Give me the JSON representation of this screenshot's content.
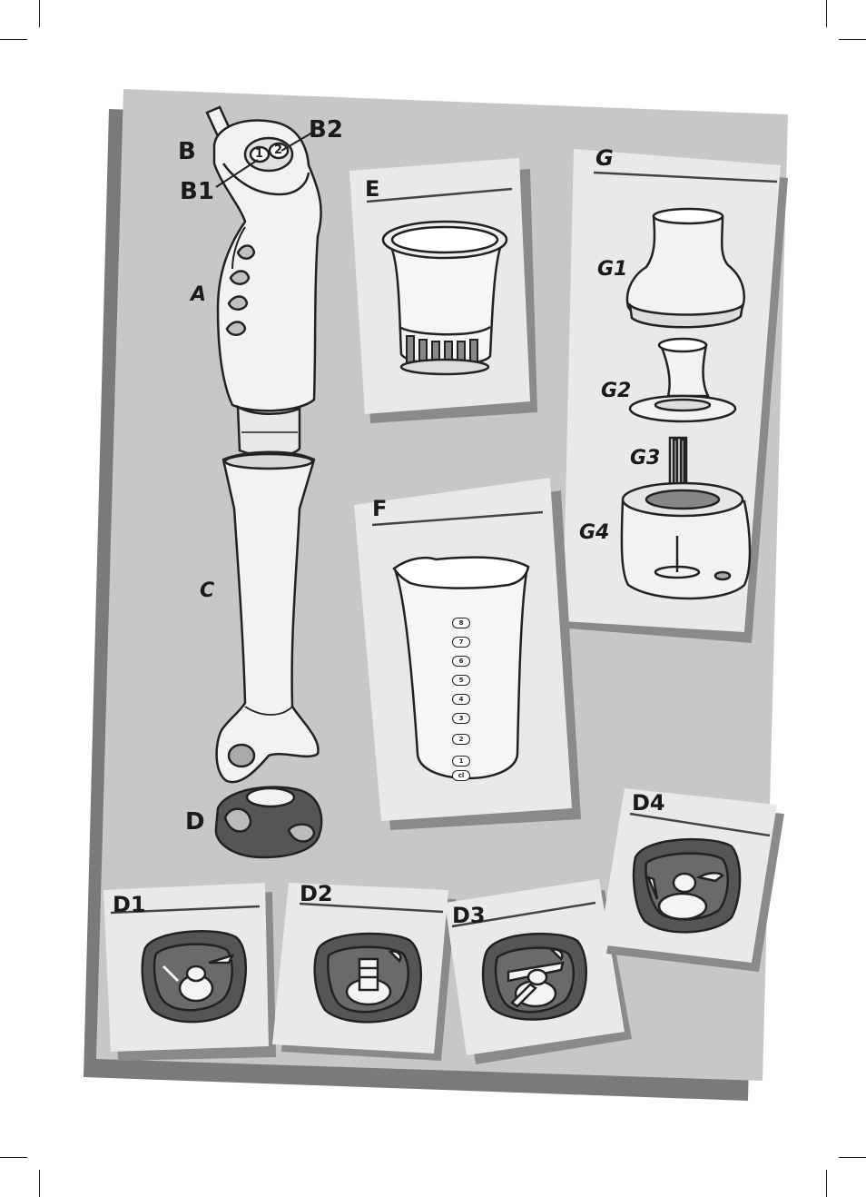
{
  "labels": {
    "B": "B",
    "B1": "B1",
    "B2": "B2",
    "A": "A",
    "C": "C",
    "D": "D",
    "E": "E",
    "F": "F",
    "G": "G",
    "G1": "G1",
    "G2": "G2",
    "G3": "G3",
    "G4": "G4",
    "D1": "D1",
    "D2": "D2",
    "D3": "D3",
    "D4": "D4"
  },
  "button_numbers": {
    "one": "1",
    "two": "2"
  },
  "beaker_marks": [
    "8",
    "7",
    "6",
    "5",
    "4",
    "3",
    "2",
    "1",
    "cl"
  ],
  "colors": {
    "main_panel": "#c7c7c7",
    "main_shadow": "#7a7a7a",
    "card": "#e9e9e9",
    "card_shadow": "#8a8a8a",
    "line": "#222222",
    "part_fill": "#f2f2f2",
    "dark_fill": "#555555"
  }
}
